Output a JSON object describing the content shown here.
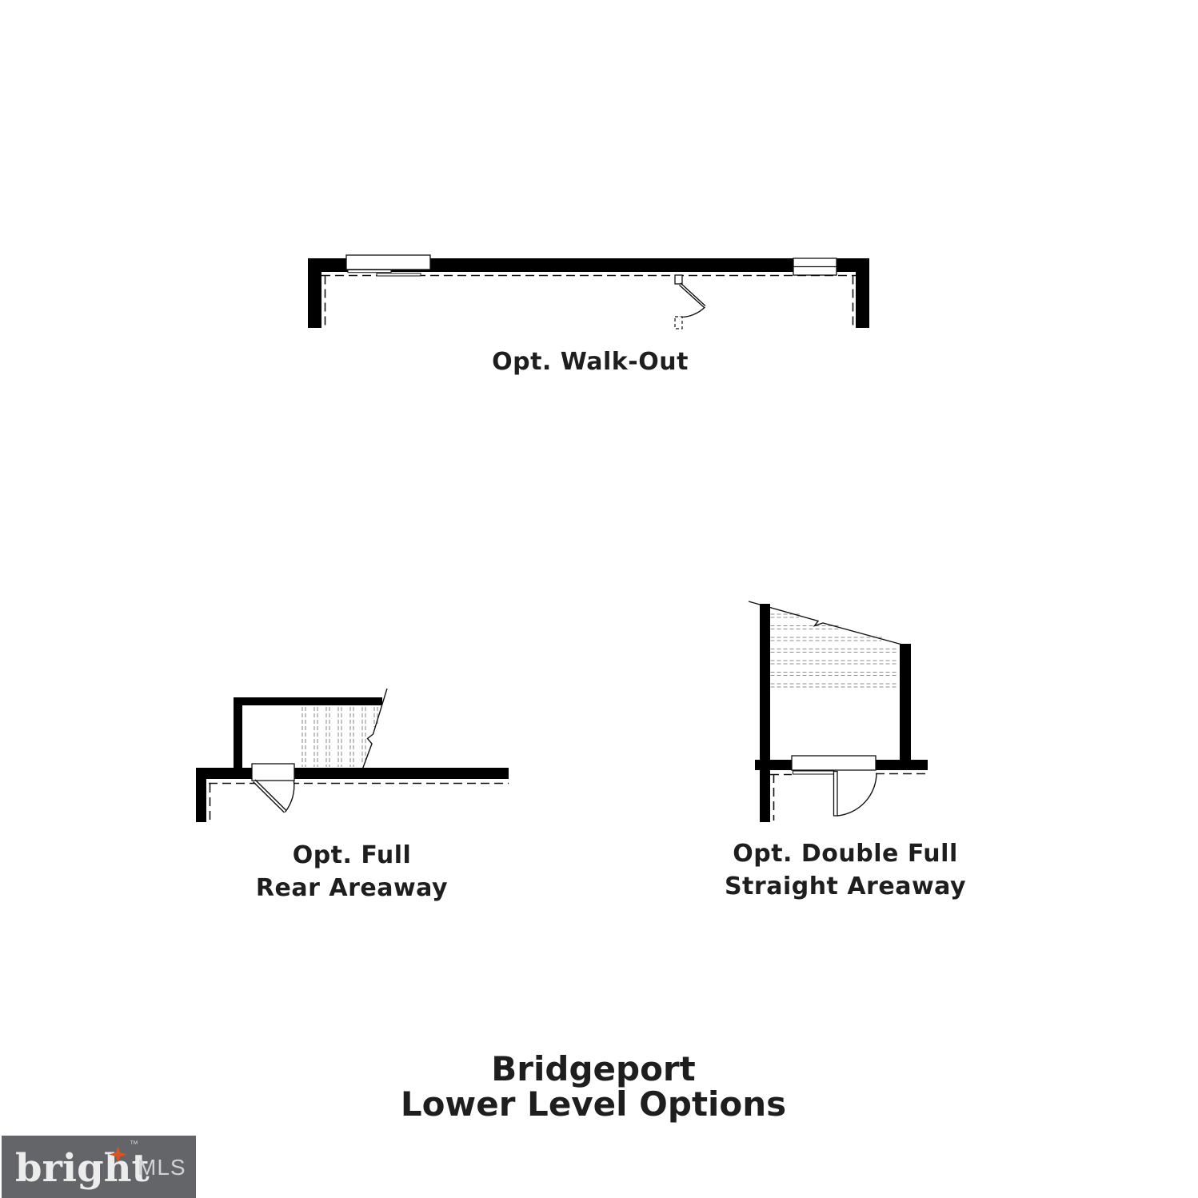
{
  "colors": {
    "background": "#ffffff",
    "wall": "#000000",
    "label_text": "#1e1e1e",
    "stair_tread_gray": "#909090",
    "logo_bar": "#646569",
    "logo_brand_text": "#ececec",
    "logo_mls_text": "#d2d2d4",
    "logo_star": "#e0521c"
  },
  "diagrams": {
    "walkout": {
      "label": "Opt. Walk-Out"
    },
    "rear_areaway": {
      "label_line1": "Opt. Full",
      "label_line2": "Rear Areaway"
    },
    "straight_areaway": {
      "label_line1": "Opt. Double Full",
      "label_line2": "Straight Areaway"
    }
  },
  "title": {
    "line1": "Bridgeport",
    "line2": "Lower Level Options"
  },
  "logo": {
    "brand": "bright",
    "trademark": "™",
    "suffix": "MLS"
  }
}
